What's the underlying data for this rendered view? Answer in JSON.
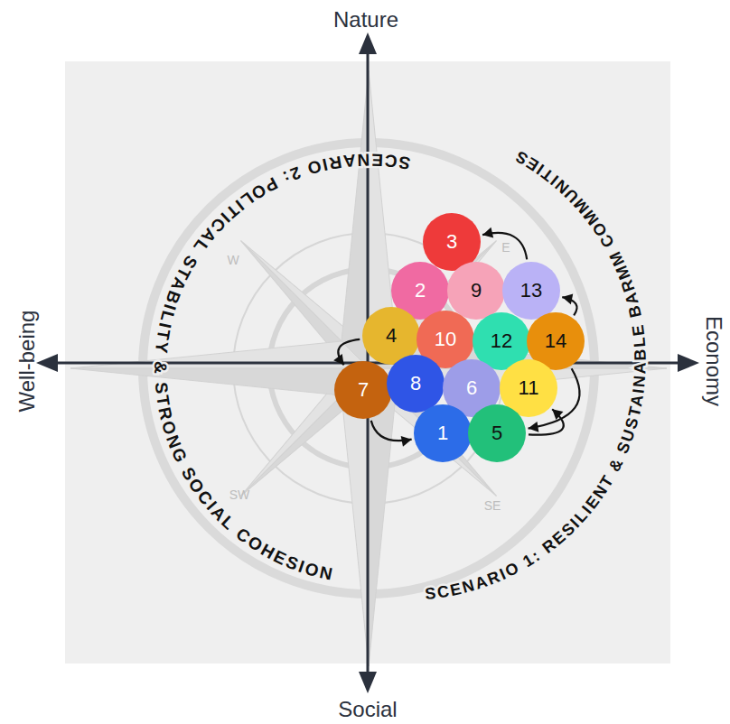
{
  "diagram": {
    "nodes": [
      {
        "text": [
          "3"
        ]
      },
      {
        "text": [
          "2"
        ]
      },
      {
        "text": [
          "9"
        ]
      },
      {
        "text": [
          "13"
        ]
      },
      {
        "text": [
          "4"
        ]
      },
      {
        "text": [
          "10"
        ]
      },
      {
        "text": [
          "12"
        ]
      },
      {
        "text": [
          "14"
        ]
      },
      {
        "text": [
          "7"
        ]
      },
      {
        "text": [
          "8"
        ]
      },
      {
        "text": [
          "6"
        ]
      },
      {
        "text": [
          "11"
        ]
      },
      {
        "text": [
          "1"
        ]
      },
      {
        "text": [
          "5"
        ]
      }
    ],
    "edges": [
      {
        "from": 3,
        "to": 0,
        "arrow": "to"
      },
      {
        "from": 4,
        "to": 8,
        "arrow": "to"
      },
      {
        "from": 8,
        "to": 12,
        "arrow": "to"
      },
      {
        "from": 7,
        "to": 3,
        "arrow": "to"
      },
      {
        "from": 13,
        "to": 11,
        "arrow": "to"
      },
      {
        "from": 7,
        "to": 13,
        "arrow": "to"
      }
    ],
    "labels": [
      "Nature",
      "Social",
      "Well-being",
      "Economy",
      "SCENARIO 2: POLITICAL STABILITY & STRONG SOCIAL COHESION",
      "SCENARIO 1: RESILIENT & SUSTAINABLE BARMM COMMUNITIES",
      "W",
      "E",
      "SW",
      "SE"
    ]
  }
}
